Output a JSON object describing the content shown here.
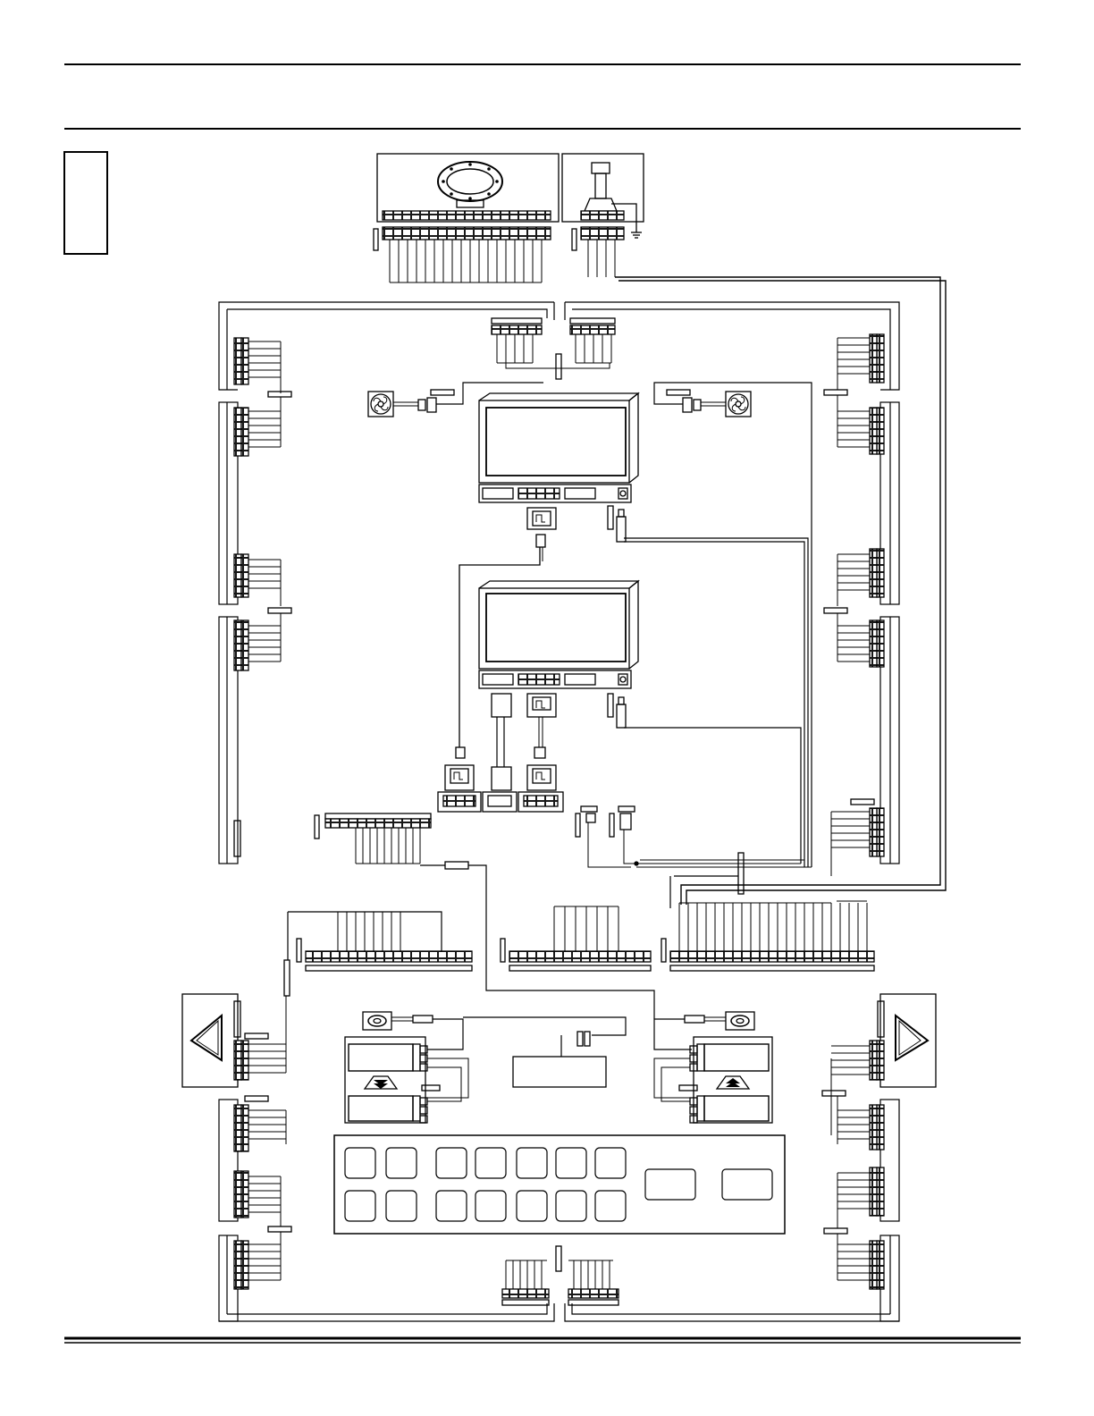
{
  "colors": {
    "ink": "#000000",
    "paper": "#ffffff",
    "light": "#d8d8d8"
  },
  "components": [
    {
      "id": "horn-speaker",
      "icon": "horn-speaker-icon"
    },
    {
      "id": "beacon-light",
      "icon": "beacon-light-icon"
    },
    {
      "id": "ground",
      "icon": "ground-icon"
    },
    {
      "id": "cooling-fan-left",
      "icon": "fan-icon"
    },
    {
      "id": "cooling-fan-right",
      "icon": "fan-icon"
    },
    {
      "id": "monitor-upper",
      "icon": "monitor-icon"
    },
    {
      "id": "monitor-lower",
      "icon": "monitor-icon"
    },
    {
      "id": "speaker-left",
      "icon": "speaker-icon"
    },
    {
      "id": "speaker-right",
      "icon": "speaker-icon"
    },
    {
      "id": "left-trigger-handle",
      "icon": "triangle-handle-icon"
    },
    {
      "id": "right-trigger-handle",
      "icon": "triangle-handle-icon"
    },
    {
      "id": "down-arrow-switch",
      "icon": "double-chevron-down-icon"
    },
    {
      "id": "up-arrow-switch",
      "icon": "double-chevron-up-icon"
    },
    {
      "id": "button-panel",
      "icon": "button-panel-icon"
    }
  ]
}
